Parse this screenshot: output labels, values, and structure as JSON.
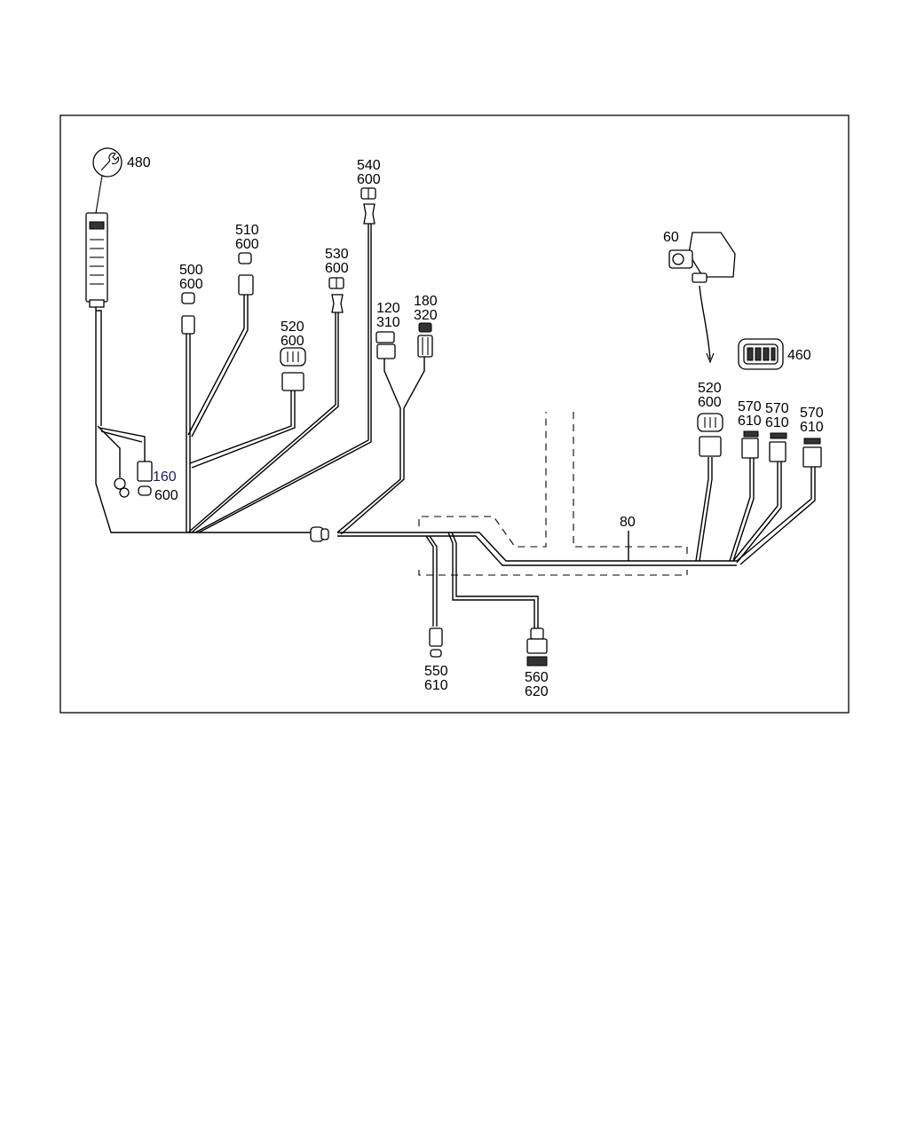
{
  "labels": {
    "l480": "480",
    "l540a": "540",
    "l540b": "600",
    "l510a": "510",
    "l510b": "600",
    "l500a": "500",
    "l500b": "600",
    "l530a": "530",
    "l530b": "600",
    "l520a": "520",
    "l520b": "600",
    "l120a": "120",
    "l120b": "310",
    "l180a": "180",
    "l180b": "320",
    "l160a": "160",
    "l160b": "600",
    "l60": "60",
    "l460": "460",
    "l520ra": "520",
    "l520rb": "600",
    "l570aa": "570",
    "l570ab": "610",
    "l570ba": "570",
    "l570bb": "610",
    "l570ca": "570",
    "l570cb": "610",
    "l80": "80",
    "l550a": "550",
    "l550b": "610",
    "l560a": "560",
    "l560b": "620"
  }
}
